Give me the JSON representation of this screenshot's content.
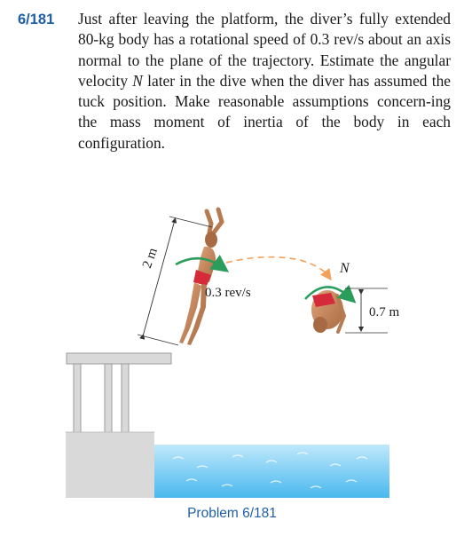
{
  "problem": {
    "number": "6/181",
    "text_part1": "Just after leaving the platform, the diver’s fully extended 80-kg body has a rotational speed of 0.3 rev/s about an axis normal to the plane of the trajectory. Estimate the angular velocity ",
    "symbol": "N",
    "text_part2": " later in the dive when the diver has assumed the tuck position. Make reasonable assumptions concern-ing the mass moment of inertia of the body in each configuration."
  },
  "figure": {
    "length_label": "2 m",
    "speed_label": "0.3 rev/s",
    "omega_label": "N",
    "tuck_height_label": "0.7 m",
    "caption": "Problem 6/181"
  },
  "colors": {
    "accent_blue": "#1f5fa8",
    "arrow_green": "#2a9d5c",
    "arrow_orange": "#f5a05a",
    "platform_gray": "#d9d9d9",
    "water_light": "#bfe8fb",
    "water_dark": "#49b8ee",
    "skin": "#c98a5e",
    "swimsuit": "#d42a3a"
  }
}
